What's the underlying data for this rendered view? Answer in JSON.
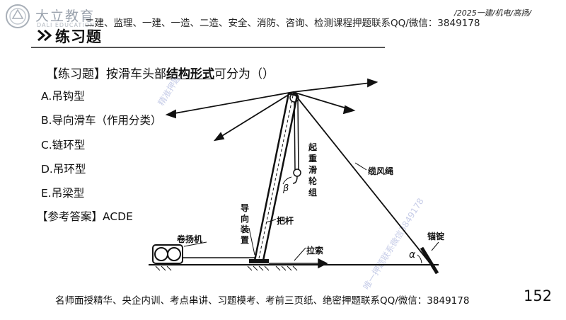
{
  "header": {
    "brand": "大立教育",
    "brand_sub": "DALI EDUCATION",
    "notice": "二建、监理、一建、一造、二造、安全、消防、咨询、检测课程押题联系QQ/微信：3849178",
    "course_tag": "/2025一建/机电/高扬/",
    "section_title": "练习题"
  },
  "question": {
    "prefix": "【练习题】按滑车头部",
    "emphasis": "结构形式",
    "suffix": "可分为（）"
  },
  "options": [
    "A.吊钩型",
    "B.导向滑车（作用分类）",
    "C.链环型",
    "D.吊环型",
    "E.吊梁型"
  ],
  "answer": "【参考答案】ACDE",
  "diagram": {
    "labels": {
      "hoist": "卷扬机",
      "guide_device": [
        "导",
        "向",
        "装",
        "置"
      ],
      "boom": "把杆",
      "pulley_group": [
        "起",
        "重",
        "滑",
        "轮",
        "组"
      ],
      "guy_rope": "缆风绳",
      "anchor": "锚锭",
      "pull_rope": "拉索",
      "alpha": "α",
      "beta": "β"
    }
  },
  "watermark": [
    "精准押题联系微信3849178",
    "唯一押题联系微信3849178"
  ],
  "footer": "名师面授精华、央企内训、考点串讲、习题模考、考前三页纸、绝密押题联系QQ/微信：3849178",
  "page_number": "152"
}
